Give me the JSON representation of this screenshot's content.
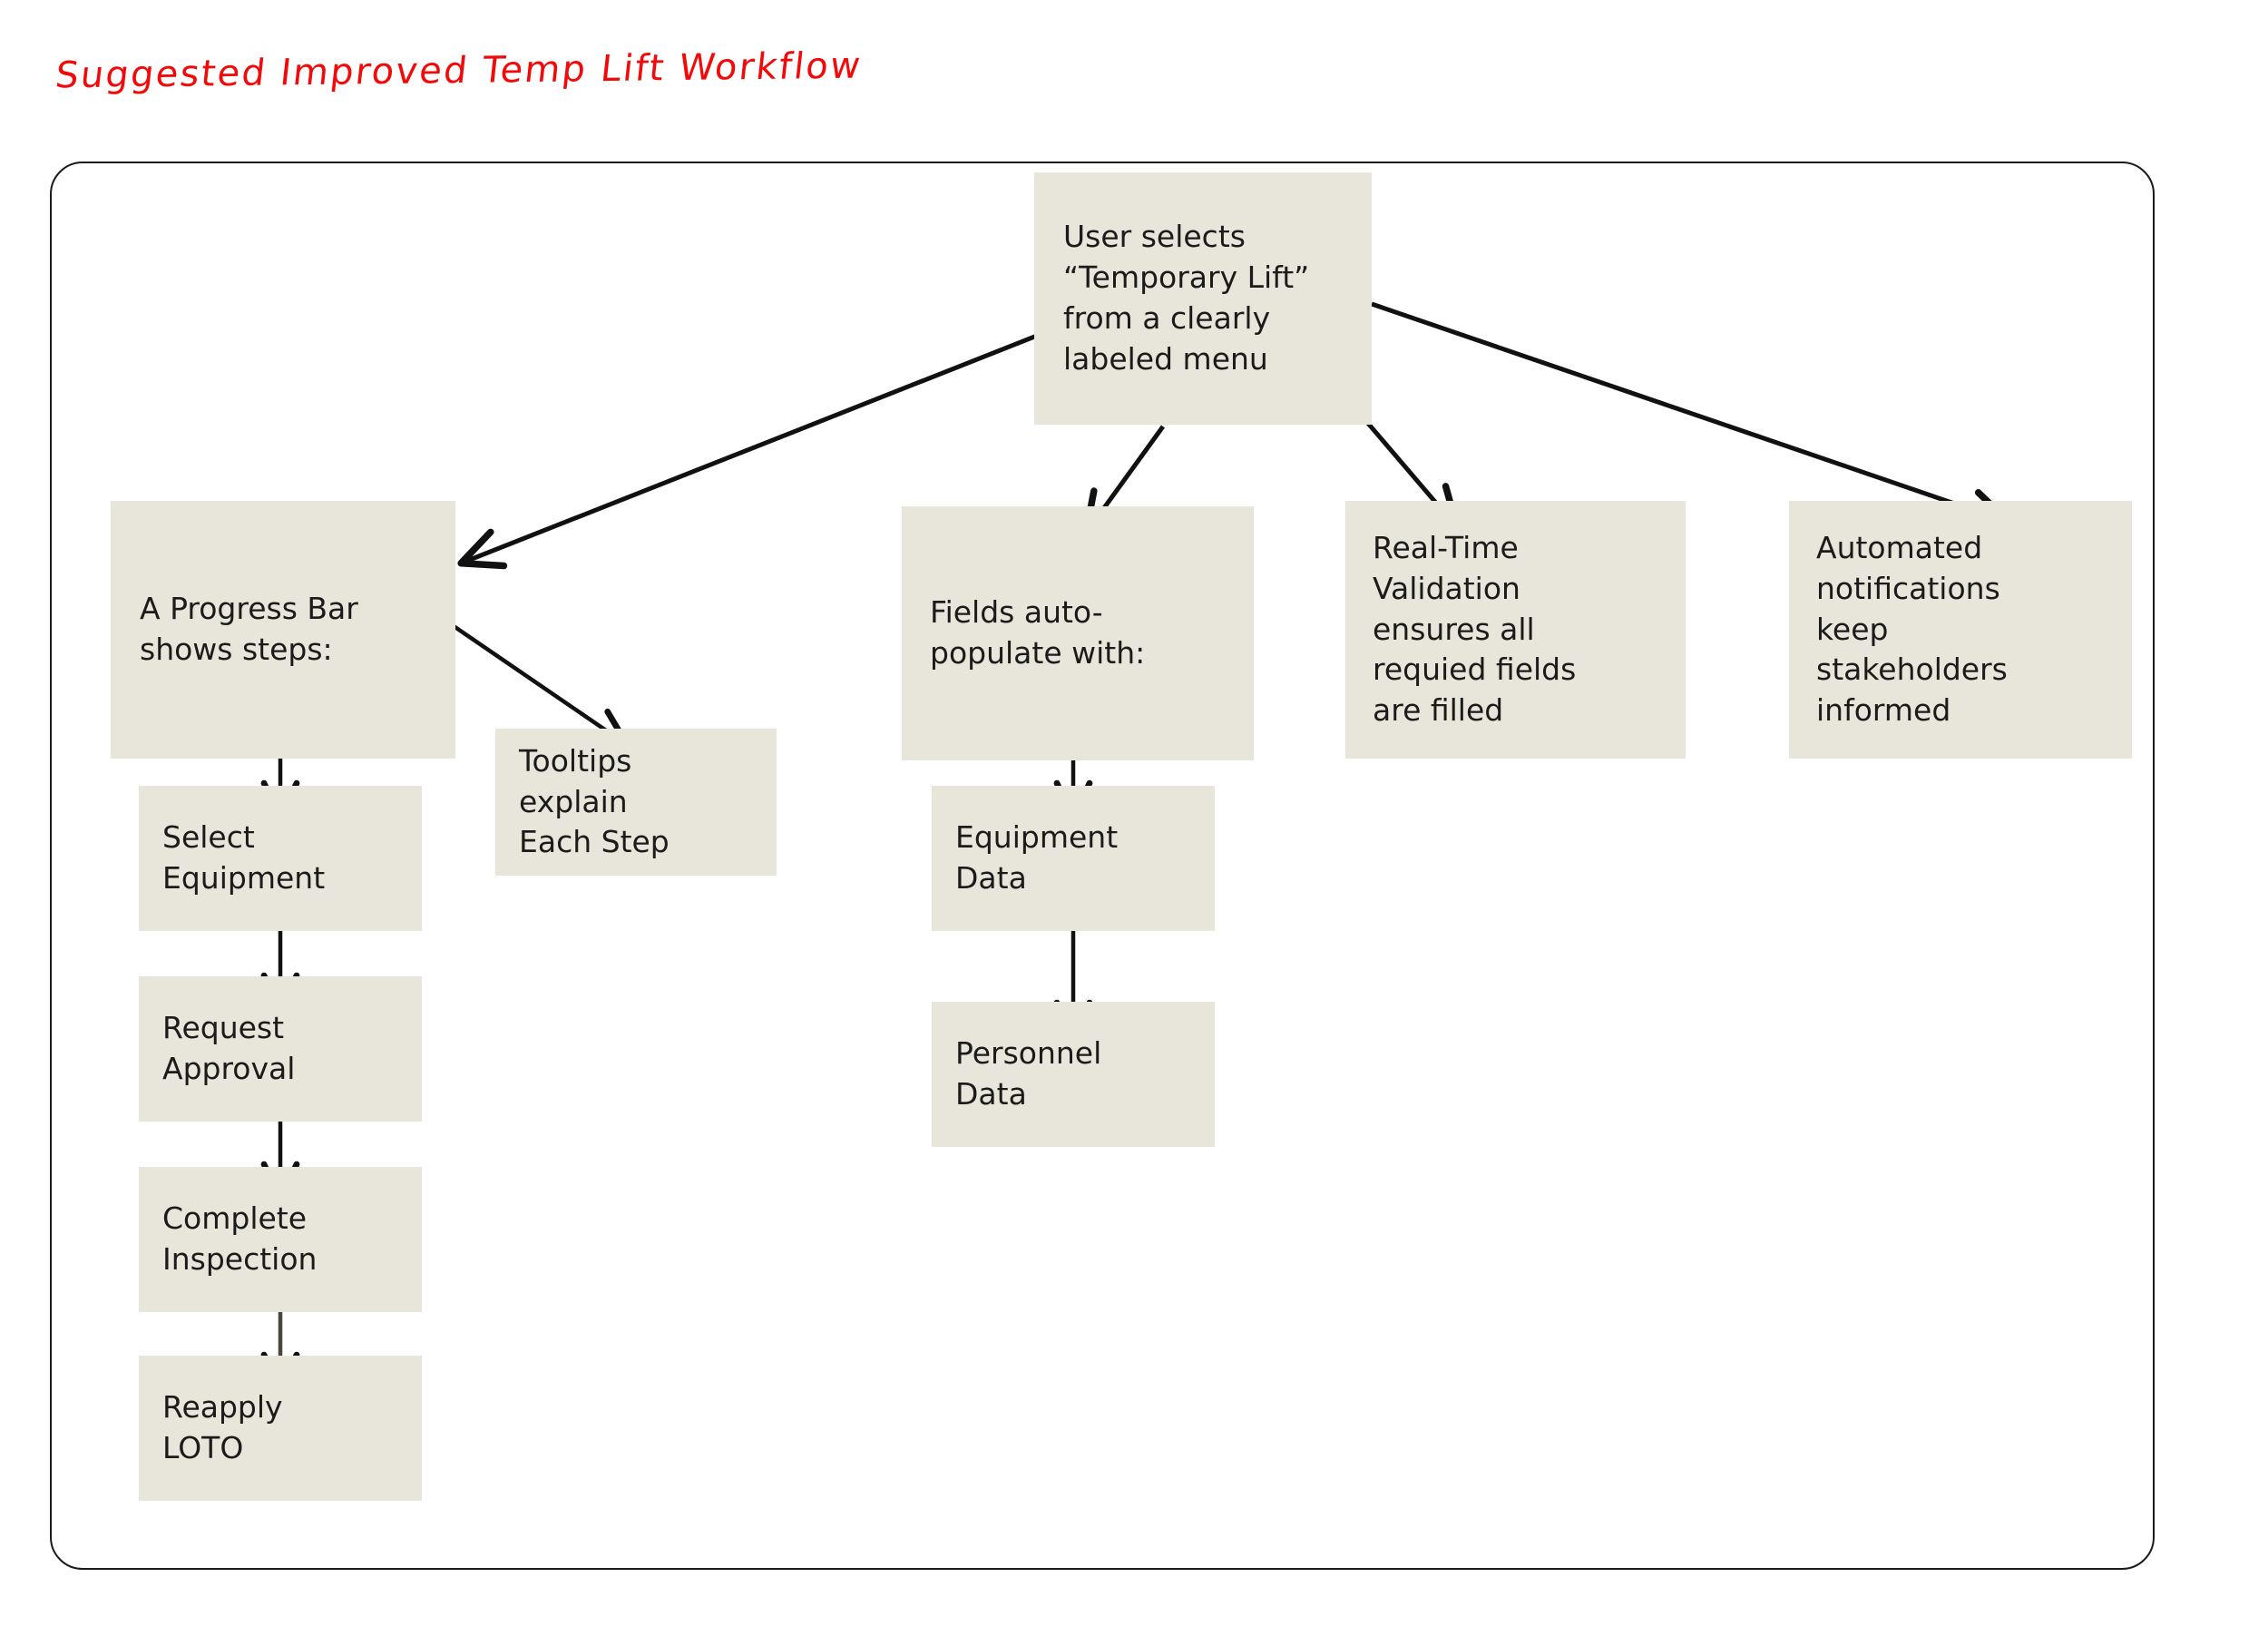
{
  "title": "Suggested Improved Temp Lift Workflow",
  "colors": {
    "title_red": "#f20a0a",
    "node_fill": "#e8e5da",
    "node_text": "#1b1b1b",
    "frame_border": "#1a1a1a",
    "connector": "#111111",
    "background": "#ffffff"
  },
  "nodes": {
    "root": "User selects\n“Temporary Lift”\nfrom a clearly\nlabeled menu",
    "progress_bar": "A Progress Bar\nshows steps:",
    "tooltips": "Tooltips\nexplain\nEach Step",
    "select_equipment": "Select\nEquipment",
    "request_approval": "Request\nApproval",
    "complete_inspection": "Complete\nInspection",
    "reapply_loto": "Reapply\nLOTO",
    "fields_autopopulate": "Fields auto-\npopulate with:",
    "equipment_data": "Equipment\nData",
    "personnel_data": "Personnel\nData",
    "realtime_validation": "Real-Time\nValidation\nensures all\nrequied fields\nare filled",
    "automated_notifications": "Automated\nnotifications\nkeep\nstakeholders\ninformed"
  },
  "edges": [
    {
      "from": "root",
      "to": "progress_bar",
      "style": "arrow"
    },
    {
      "from": "root",
      "to": "fields_autopopulate",
      "style": "arrow"
    },
    {
      "from": "root",
      "to": "realtime_validation",
      "style": "arrow"
    },
    {
      "from": "root",
      "to": "automated_notifications",
      "style": "arrow"
    },
    {
      "from": "progress_bar",
      "to": "tooltips",
      "style": "arrow"
    },
    {
      "from": "progress_bar",
      "to": "select_equipment",
      "style": "arrow"
    },
    {
      "from": "select_equipment",
      "to": "request_approval",
      "style": "arrow"
    },
    {
      "from": "request_approval",
      "to": "complete_inspection",
      "style": "arrow"
    },
    {
      "from": "complete_inspection",
      "to": "reapply_loto",
      "style": "arrow"
    },
    {
      "from": "fields_autopopulate",
      "to": "equipment_data",
      "style": "arrow"
    },
    {
      "from": "equipment_data",
      "to": "personnel_data",
      "style": "arrow"
    }
  ]
}
